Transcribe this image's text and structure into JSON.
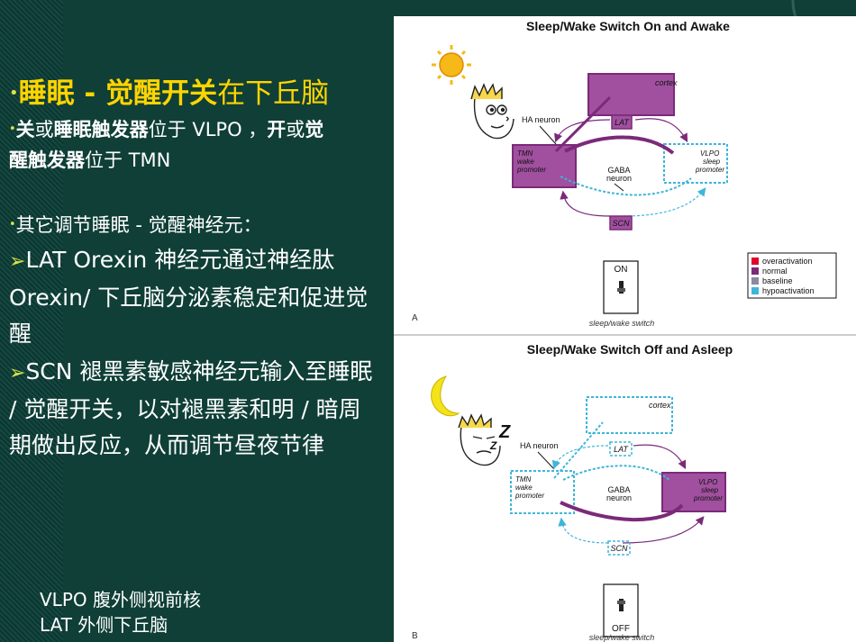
{
  "slide": {
    "title_bullet": "•",
    "title_bold": "睡眠 - 觉醒开关",
    "title_rest": "在下丘脑",
    "line1": {
      "bullet": "•",
      "p1": "关",
      "p2": "或",
      "p3": "睡眠触发器",
      "p4": "位于 VLPO ，",
      "p5": "开",
      "p6": "或",
      "p7": "觉",
      "p8": "醒触发器",
      "p9": "位于 TMN"
    },
    "line2": {
      "bullet": "•",
      "text": "其它调节睡眠 - 觉醒神经元："
    },
    "item_lat": {
      "arrow": "➢",
      "text": "LAT Orexin 神经元通过神经肽 Orexin/ 下丘脑分泌素稳定和促进觉醒"
    },
    "item_scn": {
      "arrow": "➢",
      "text": "SCN 褪黑素敏感神经元输入至睡眠 / 觉醒开关，以对褪黑素和明 / 暗周期做出反应，从而调节昼夜节律"
    },
    "footnote1": "VLPO  腹外侧视前核",
    "footnote2": "LAT  外侧下丘脑"
  },
  "figure": {
    "panel_a": {
      "title": "Sleep/Wake Switch On and Awake",
      "cortex": "cortex",
      "ha_neuron": "HA neuron",
      "lat": "LAT",
      "tmn_1": "TMN",
      "tmn_2": "wake",
      "tmn_3": "promoter",
      "vlpo_1": "VLPO",
      "vlpo_2": "sleep",
      "vlpo_3": "promoter",
      "gaba_1": "GABA",
      "gaba_2": "neuron",
      "scn": "SCN",
      "switch_state": "ON",
      "switch_caption": "sleep/wake switch",
      "panel_letter": "A"
    },
    "panel_b": {
      "title": "Sleep/Wake Switch Off and Asleep",
      "cortex": "cortex",
      "ha_neuron": "HA neuron",
      "lat": "LAT",
      "tmn_1": "TMN",
      "tmn_2": "wake",
      "tmn_3": "promoter",
      "vlpo_1": "VLPO",
      "vlpo_2": "sleep",
      "vlpo_3": "promoter",
      "gaba_1": "GABA",
      "gaba_2": "neuron",
      "scn": "SCN",
      "switch_state": "OFF",
      "switch_caption": "sleep/wake switch",
      "panel_letter": "B",
      "zzz": "Z"
    },
    "legend": [
      {
        "label": "overactivation",
        "color": "#e0002a"
      },
      {
        "label": "normal",
        "color": "#7b2a7a"
      },
      {
        "label": "baseline",
        "color": "#8a8aa0"
      },
      {
        "label": "hypoactivation",
        "color": "#3fb6d8"
      }
    ],
    "colors": {
      "purple": "#7b2a7a",
      "purple_fill": "#a0509e",
      "cyan": "#3fb6d8"
    }
  }
}
